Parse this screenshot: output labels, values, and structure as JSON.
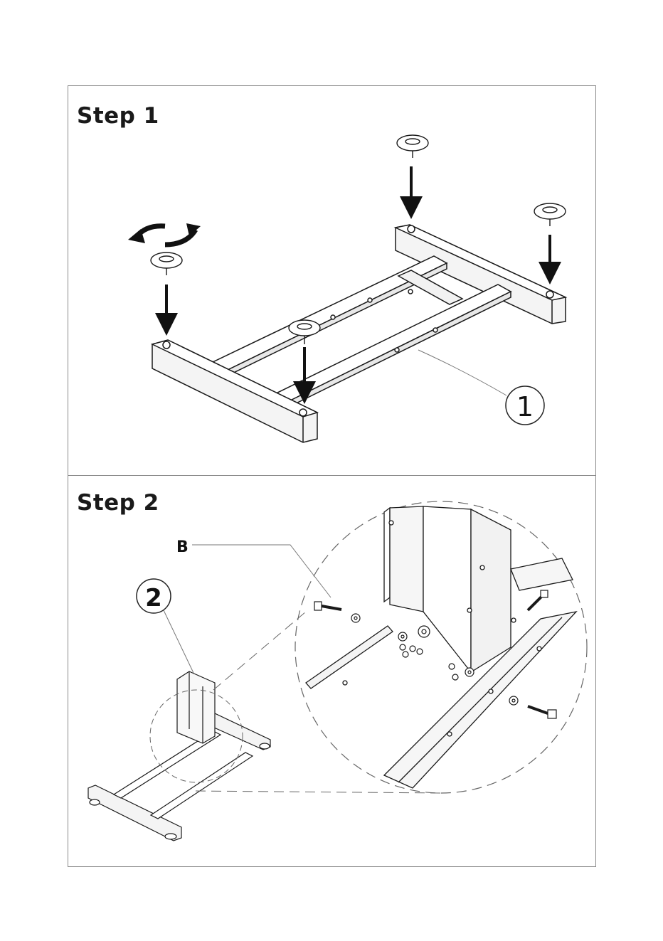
{
  "step1": {
    "title": "Step 1",
    "part_callout": "1"
  },
  "step2": {
    "title": "Step 2",
    "part_callout": "2",
    "hardware_callout": "B"
  },
  "colors": {
    "ink": "#1a1a1a",
    "frame": "#8a8a8a",
    "shade": "#e6e6e6"
  }
}
